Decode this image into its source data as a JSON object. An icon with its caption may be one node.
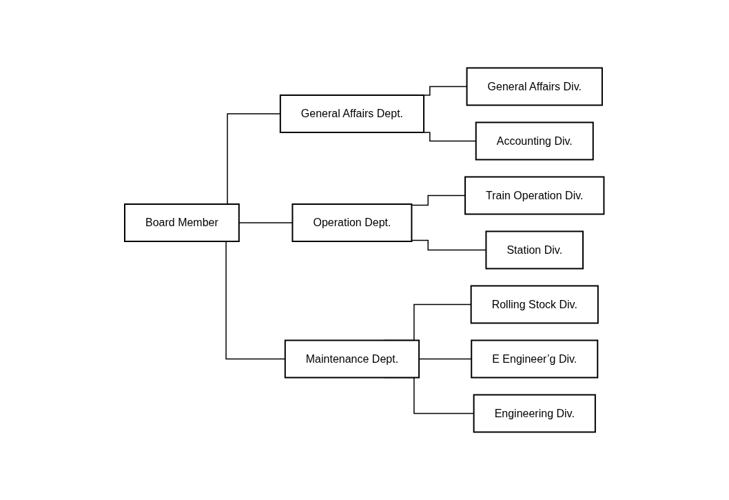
{
  "diagram": {
    "nodes": [
      {
        "text": [
          "Board Member"
        ]
      },
      {
        "text": [
          "General Affairs Dept."
        ]
      },
      {
        "text": [
          "General Affairs Div."
        ]
      },
      {
        "text": [
          "Accounting Div."
        ]
      },
      {
        "text": [
          "Operation Dept."
        ]
      },
      {
        "text": [
          "Train Operation Div."
        ]
      },
      {
        "text": [
          "Station Div."
        ]
      },
      {
        "text": [
          "Maintenance Dept."
        ]
      },
      {
        "text": [
          "Rolling Stock Div."
        ]
      },
      {
        "text": [
          "E Engineer’g Div."
        ]
      },
      {
        "text": [
          "Engineering Div."
        ]
      }
    ],
    "edges": [
      {
        "from": 0,
        "to": 1,
        "arrow": "none"
      },
      {
        "from": 0,
        "to": 4,
        "arrow": "none"
      },
      {
        "from": 0,
        "to": 7,
        "arrow": "none"
      },
      {
        "from": 1,
        "to": 2,
        "arrow": "none"
      },
      {
        "from": 1,
        "to": 3,
        "arrow": "none"
      },
      {
        "from": 4,
        "to": 5,
        "arrow": "none"
      },
      {
        "from": 4,
        "to": 6,
        "arrow": "none"
      },
      {
        "from": 7,
        "to": 8,
        "arrow": "none"
      },
      {
        "from": 7,
        "to": 9,
        "arrow": "none"
      },
      {
        "from": 7,
        "to": 10,
        "arrow": "none"
      }
    ]
  }
}
